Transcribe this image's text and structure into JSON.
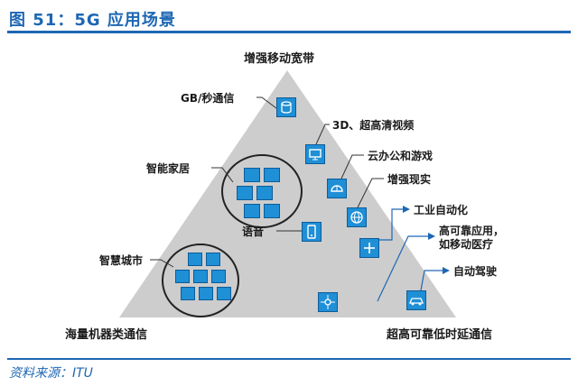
{
  "figure": {
    "title": "图 51：5G 应用场景",
    "source": "资料来源：ITU"
  },
  "corners": {
    "top": "增强移动宽带",
    "bottom_left": "海量机器类通信",
    "bottom_right": "超高可靠低时延通信"
  },
  "labels": {
    "gb_per_sec": "GB/秒通信",
    "video_3d": "3D、超高清视频",
    "cloud_office": "云办公和游戏",
    "smart_home": "智能家居",
    "ar": "增强现实",
    "voice": "语音",
    "industrial_auto": "工业自动化",
    "high_reliability_line1": "高可靠应用，",
    "high_reliability_line2": "如移动医疗",
    "smart_city": "智慧城市",
    "autonomous_driving": "自动驾驶"
  },
  "colors": {
    "triangle": "#cdcdcd",
    "tile": "#1f8fd6",
    "title": "#1e67b3",
    "arrow_blue": "#1e67b3"
  },
  "icons": [
    "database-icon",
    "monitor-icon",
    "helmet-icon",
    "globe-icon",
    "phone-icon",
    "medical-icon",
    "network-node-icon",
    "car-icon",
    "smart-home-icons",
    "smart-city-icons"
  ]
}
